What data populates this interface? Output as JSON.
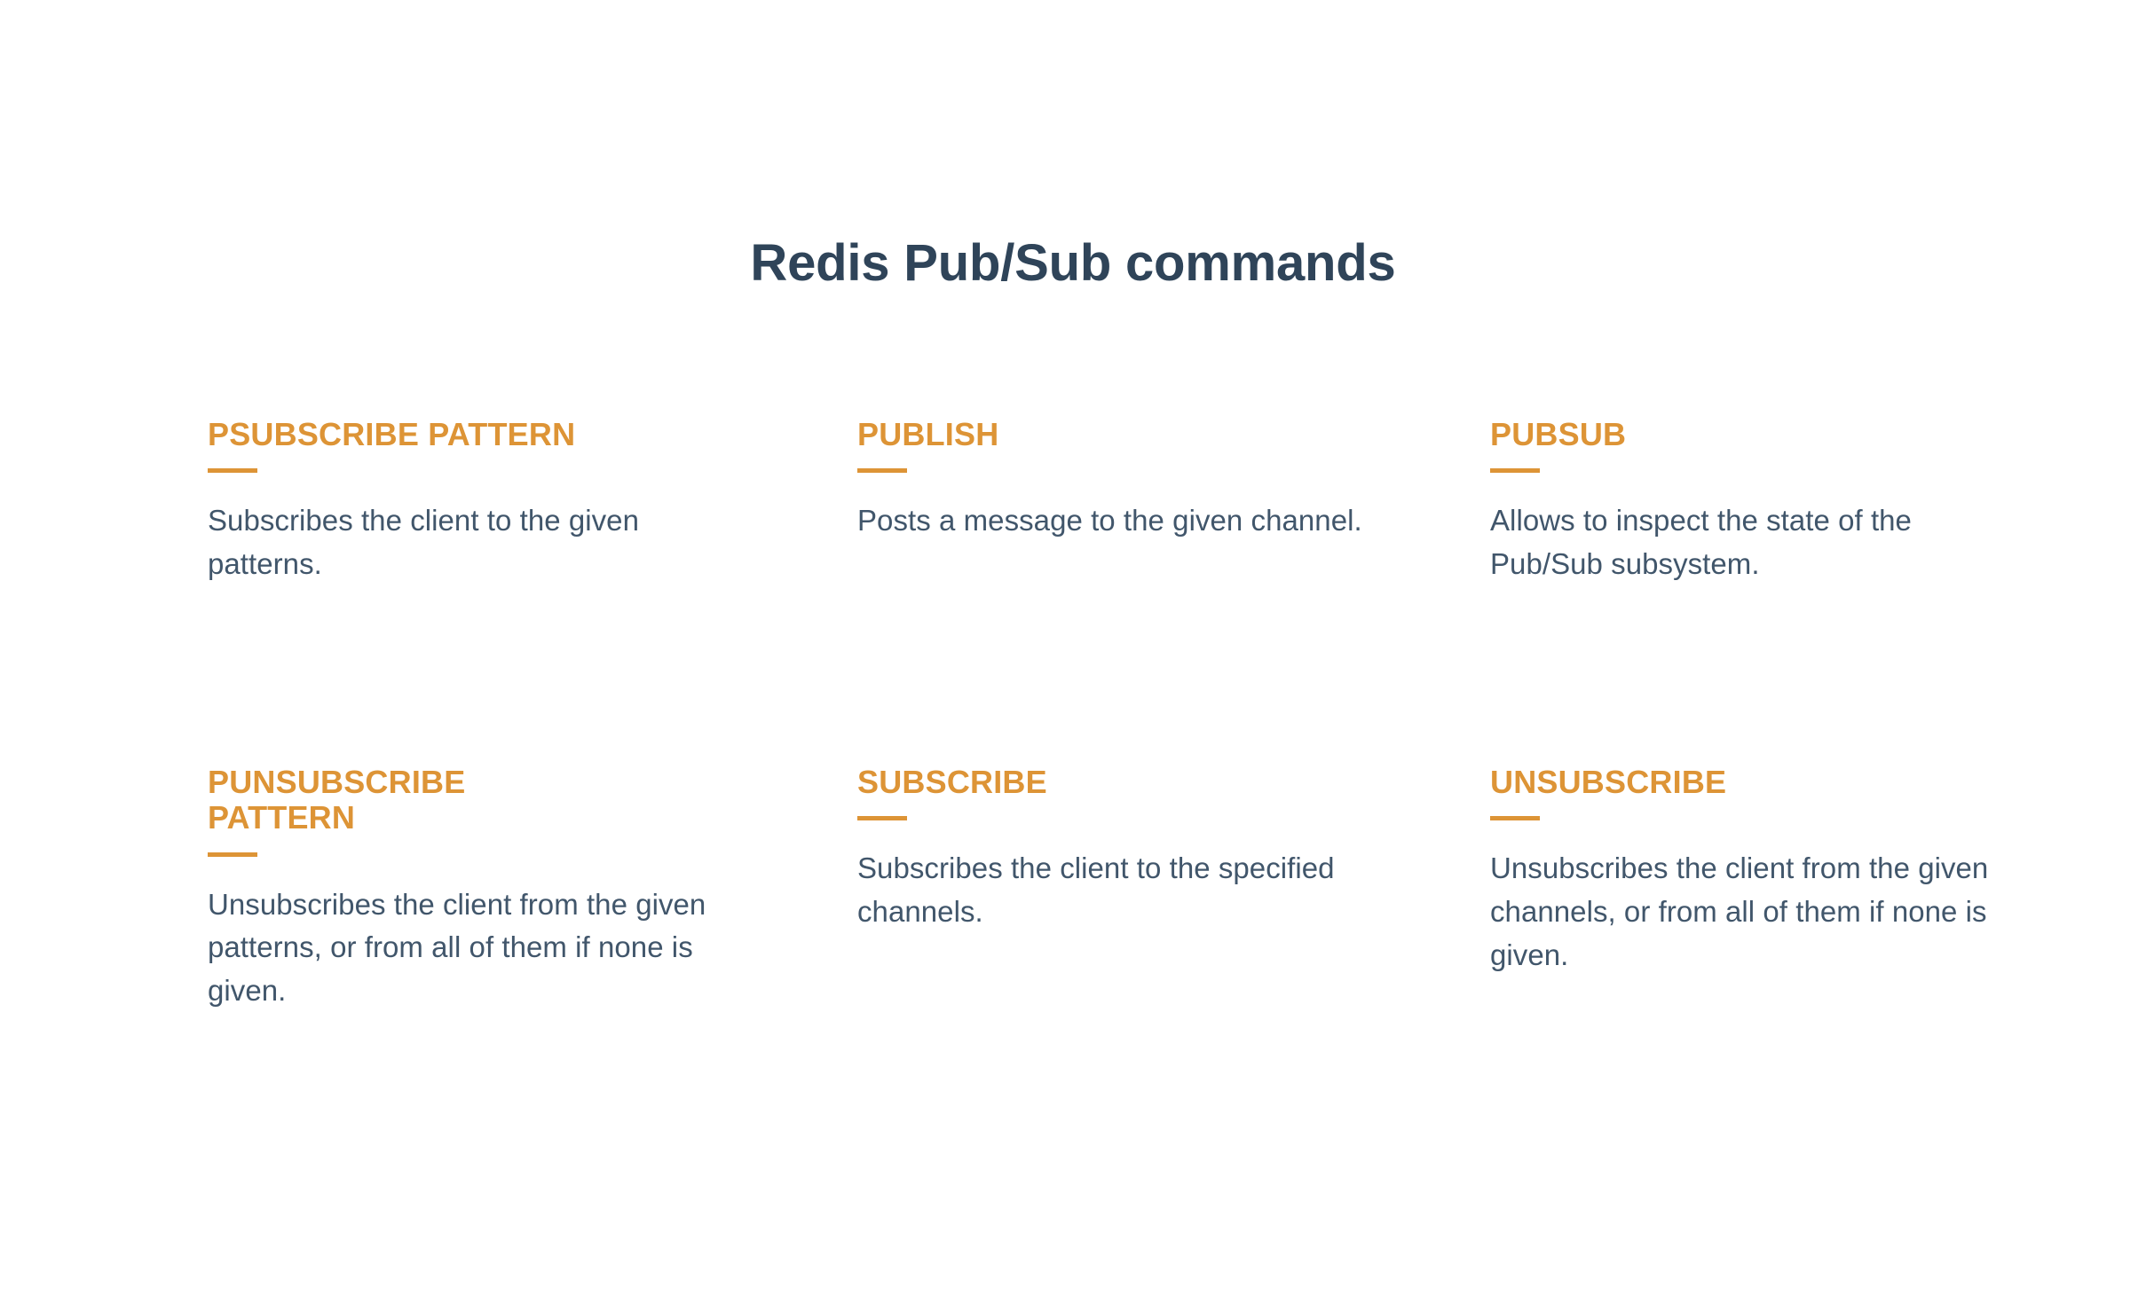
{
  "slide": {
    "title": "Redis Pub/Sub commands",
    "background_color": "#ffffff",
    "accent_color": "#dd9436",
    "title_color": "#2f4459",
    "body_color": "#41566b"
  },
  "commands": [
    {
      "name": "PSUBSCRIBE PATTERN",
      "description": "Subscribes the client to the given patterns.",
      "row": 1,
      "column": 1
    },
    {
      "name": "PUBLISH",
      "description": "Posts a message to the given channel.",
      "row": 1,
      "column": 2
    },
    {
      "name": "PUBSUB",
      "description": "Allows to inspect the state of the Pub/Sub subsystem.",
      "row": 1,
      "column": 3
    },
    {
      "name": "PUNSUBSCRIBE PATTERN",
      "description": "Unsubscribes the client from the given patterns, or from all of them if none is given.",
      "row": 2,
      "column": 1
    },
    {
      "name": "SUBSCRIBE",
      "description": "Subscribes the client to the specified channels.",
      "row": 2,
      "column": 2
    },
    {
      "name": "UNSUBSCRIBE",
      "description": "Unsubscribes the client from the given channels, or from all of them if none is given.",
      "row": 2,
      "column": 3
    }
  ]
}
